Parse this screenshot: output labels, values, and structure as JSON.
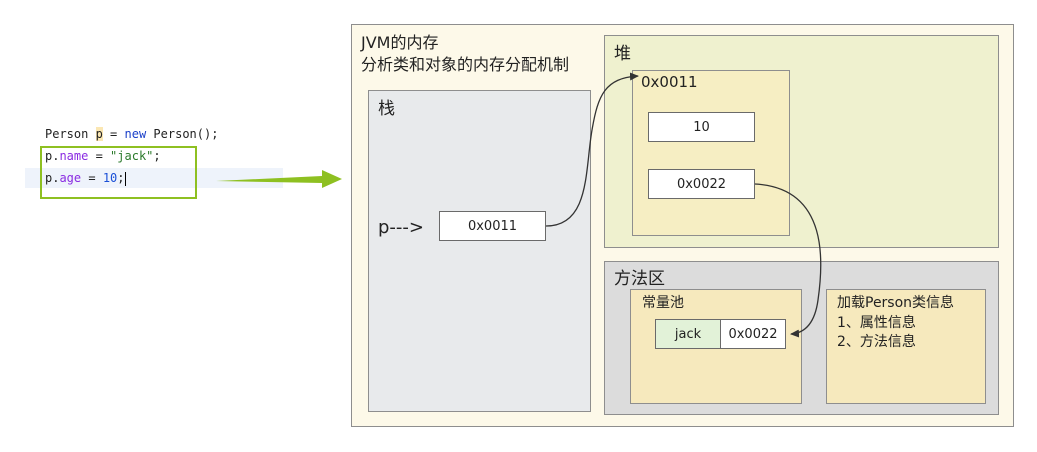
{
  "code": {
    "line1": {
      "type": "Person",
      "var": "p",
      "eq": " = ",
      "kw_new": "new",
      "ctor": " Person();"
    },
    "line2": {
      "obj": "p.",
      "field": "name",
      "eq": " = ",
      "value": "\"jack\"",
      "end": ";"
    },
    "line3": {
      "obj": "p.",
      "field": "age",
      "eq": " = ",
      "value": "10",
      "end": ";"
    }
  },
  "jvm": {
    "title_line1": "JVM的内存",
    "title_line2": "分析类和对象的内存分配机制"
  },
  "stack": {
    "title": "栈",
    "var_label": "p--->",
    "ref_value": "0x0011"
  },
  "heap": {
    "title": "堆",
    "object_address": "0x0011",
    "age_value": "10",
    "name_ref": "0x0022"
  },
  "method_area": {
    "title": "方法区",
    "constant_pool": {
      "title": "常量池",
      "string_value": "jack",
      "string_address": "0x0022"
    },
    "class_info": {
      "title": "加载Person类信息",
      "item1": "1、属性信息",
      "item2": "2、方法信息"
    }
  },
  "colors": {
    "arrow_green": "#8ec021",
    "jvm_bg": "#fdf9e9",
    "heap_bg": "#eff1cf",
    "object_bg": "#f6eec3",
    "stack_bg": "#e8eaec",
    "method_bg": "#dcdcdc",
    "pool_bg": "#f6e9bd",
    "jack_cell_bg": "#e2f2d8"
  }
}
